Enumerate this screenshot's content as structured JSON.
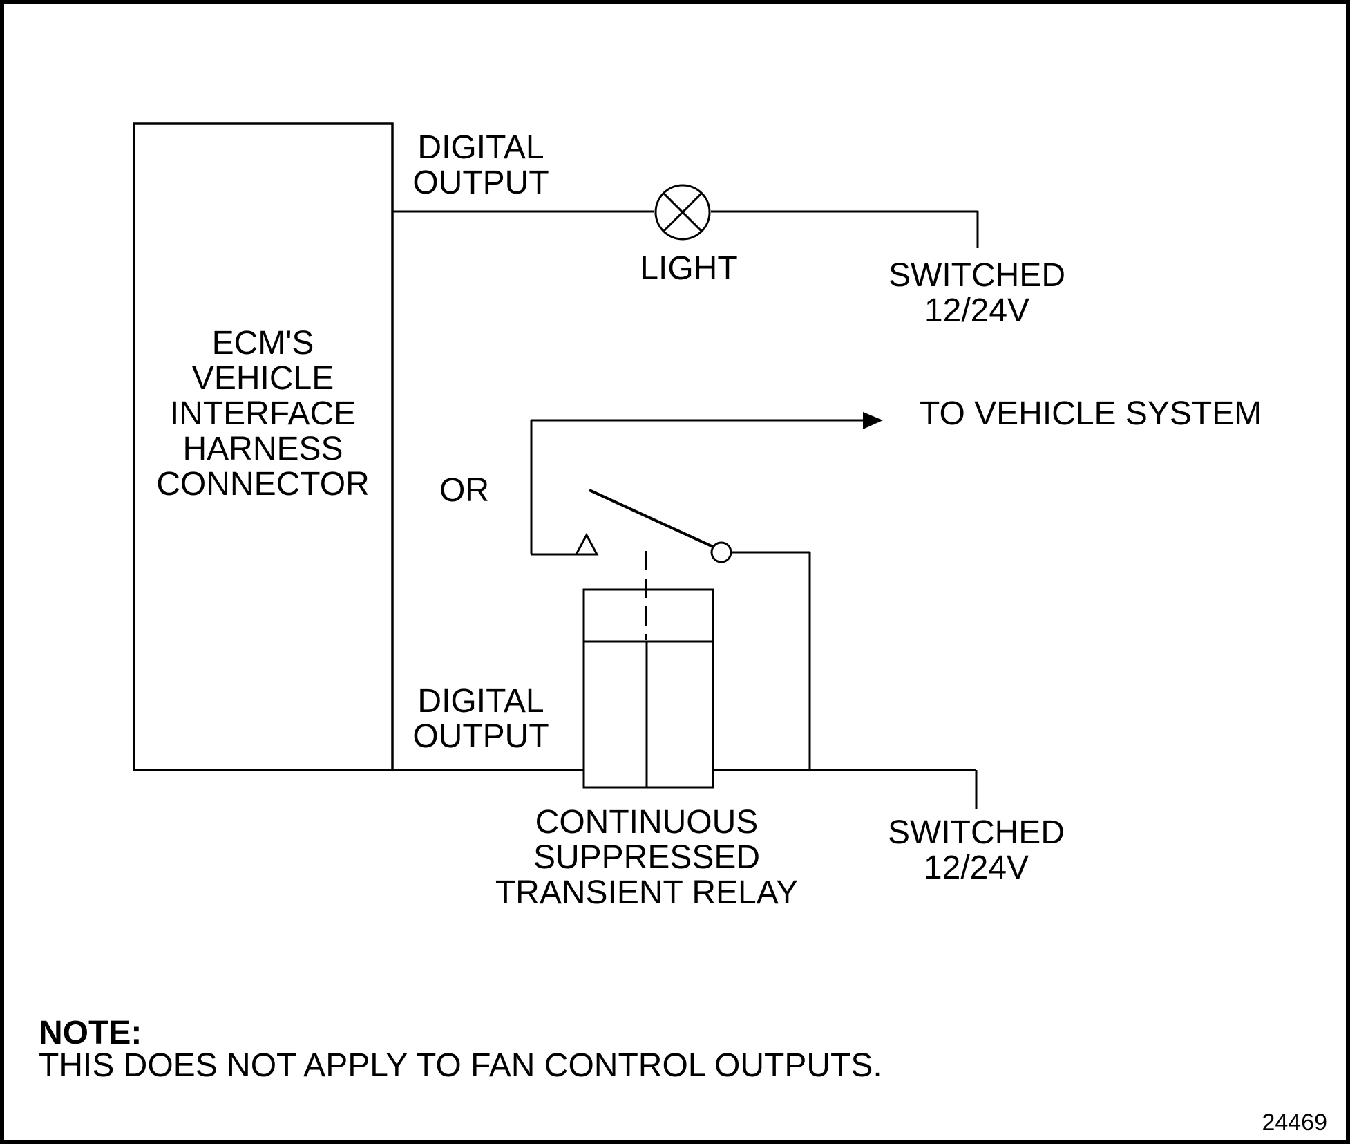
{
  "diagram": {
    "ecm_connector_label": "ECM'S\nVEHICLE\nINTERFACE\nHARNESS\nCONNECTOR",
    "digital_output_top_label": "DIGITAL\nOUTPUT",
    "digital_output_bottom_label": "DIGITAL\nOUTPUT",
    "light_label": "LIGHT",
    "switched_top_label": "SWITCHED\n12/24V",
    "switched_bottom_label": "SWITCHED\n12/24V",
    "or_label": "OR",
    "to_vehicle_system_label": "TO VEHICLE SYSTEM",
    "relay_label": "CONTINUOUS\nSUPPRESSED\nTRANSIENT RELAY",
    "figure_number": "24469"
  },
  "note": {
    "title": "NOTE:",
    "body": "THIS DOES NOT APPLY TO FAN CONTROL OUTPUTS."
  },
  "colors": {
    "line": "#000000",
    "background": "#ffffff"
  }
}
